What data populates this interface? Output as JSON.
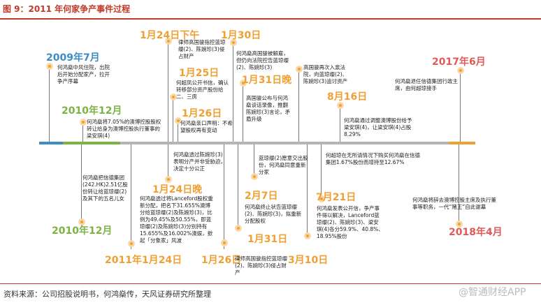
{
  "title": "图 9：2011 年何家争产事件过程",
  "source": "资料来源：公司招股说明书，何鸿燊传，天风证券研究所整理",
  "watermark": "@智通财经APP",
  "colors": {
    "accent_red": "#c0392b",
    "blue": "#3c8dc6",
    "green": "#7cb342",
    "orange": "#f0a033",
    "red": "#e05a5a",
    "grey": "#b5b5b5"
  },
  "events": [
    {
      "label": "2009年7月",
      "note": "何鸿燊中风住院，出院后开始分配家产，拉开争产序幕"
    },
    {
      "label": "2010年12月",
      "note": "何鸿燊将7.05%的澳博控股股权转让给身为澳博控股执行董事的梁安琪(4)"
    },
    {
      "label": "2010年12月",
      "note": "何鸿燊把信德集团(242.HK)2.51亿股份转让给蓝琼缨(2)及其下的五名儿女"
    },
    {
      "label": "2011年1月24日",
      "note": "何鸿燊透过将Lanceford股权重新分配，把名下31.655%澳博分给蓝琼缨(2)及陈婉珍(3)，比例为49.45%及50.55%，即蓝琼缨(2)及陈婉珍(3)分别持有15.655%及16.002%澳娱，掀起「分象家」风波"
    },
    {
      "label": "1月24日晚",
      "note": "何鸿燊透过陈婉珍(3)表明分产并非受胁迫，决定十分公正"
    },
    {
      "label": "1月24日下午",
      "note": "律师高国骏指控蓝琼缨(2)、陈婉珍(3)侵占财产"
    },
    {
      "label": "1月25日",
      "note": "何超凤公开书信，确认转移部分资产股份给二、三房"
    },
    {
      "label": "1月26日",
      "note": "何鸿燊亲口声明：不希望股权再有变动"
    },
    {
      "label": "1月26日",
      "note": "律师高国骏指控蓝琼缨(2)、陈婉珍(3)侵占财产"
    },
    {
      "label": "1月30日",
      "note": "何鸿燊高国骏被解雇，但仍向法院控告蓝琼缨(2)、陈婉珍(3)"
    },
    {
      "label": "1月31日晚",
      "note": "高国骏公布与何鸿燊谈话录像，推翻陈婉珍(3)言论，矛盾升级"
    },
    {
      "label": "1月31日",
      "note": "何鸿燊终止状告蓝琼缨(2)、陈婉珍(3)，拟重新分配股权"
    },
    {
      "label": "2月7日",
      "note": "蓝琼缨(2)愿意交出股份，何鸿燊同意重新分家"
    },
    {
      "label": "3月10日",
      "note": "高国骏再次入禀法院，向蓝琼缨(2)、陈婉珍(3)追讨资产"
    },
    {
      "label": "7月21日",
      "note": "何鸿燊发表公开信，争产事件得以解决，Lanceford蓝琼缨(2)、陈婉珍(3)、梁安琪(4)各分59.9%、40.8%、18.95%股份"
    },
    {
      "label": "8月16日",
      "note": "何鸿燊通过调整澳博股份给予梁安琪(4)，让梁安琪(4)占股8.29%"
    },
    {
      "label": "",
      "note": "何超琼在无所请情况下购买何鸿燊在信德集团1.67%股份而增持至12.67%"
    },
    {
      "label": "2017年6月",
      "note": "何鸿燊退任信德集团行政主席，由何超琼接手"
    },
    {
      "label": "2018年4月",
      "note": "何鸿燊将辞去澳博控股主席及执行董事等职务，一代“赌王”自此谢幕"
    }
  ]
}
